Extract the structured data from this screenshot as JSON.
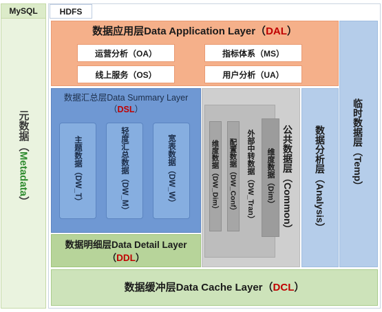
{
  "metadata": {
    "header": "MySQL",
    "label_main": "元数据（",
    "label_en": "Metadata",
    "label_end": "）"
  },
  "hdfs": {
    "header": "HDFS"
  },
  "dal": {
    "title_main": "数据应用层Data Application Layer（",
    "title_abbr": "DAL",
    "title_end": "）",
    "subs": [
      {
        "label": "运营分析（OA）"
      },
      {
        "label": "指标体系（MS）"
      },
      {
        "label": "线上服务（OS）"
      },
      {
        "label": "用户分析（UA）"
      }
    ]
  },
  "dsl": {
    "title_main": "数据汇总层Data Summary Layer",
    "title_open": "（",
    "title_abbr": "DSL",
    "title_end": "）",
    "subs": [
      {
        "label": "主题数据（DW_T）"
      },
      {
        "label": "轻度汇总数据（DW_M）"
      },
      {
        "label": "宽表数据（DW_W）"
      }
    ]
  },
  "ddl": {
    "title_main": "数据明细层Data Detail Layer",
    "title_open": "（",
    "title_abbr": "DDL",
    "title_end": "）"
  },
  "common": {
    "label": "公共数据层（Common）",
    "subs": [
      {
        "label": "维度数据（DW_Dim）"
      },
      {
        "label": "配置数据（DW_Conf）"
      },
      {
        "label": "外部中转数据（DW_Tran）"
      },
      {
        "label": "维度数据（Dim）"
      }
    ]
  },
  "analysis": {
    "label": "数据分析层（Analysis）"
  },
  "temp": {
    "label": "临时数据层（Temp）"
  },
  "dcl": {
    "title_main": "数据缓冲层Data Cache Layer（",
    "title_abbr": "DCL",
    "title_end": "）"
  },
  "colors": {
    "dal": "#f5b08a",
    "dsl": "#6f98d3",
    "ddl": "#b7d49a",
    "dcl": "#cde3ba",
    "common": "#cfcfcf",
    "analysis_temp": "#b5cdea",
    "accent_red": "#c00000",
    "accent_green": "#2e8b2e"
  }
}
